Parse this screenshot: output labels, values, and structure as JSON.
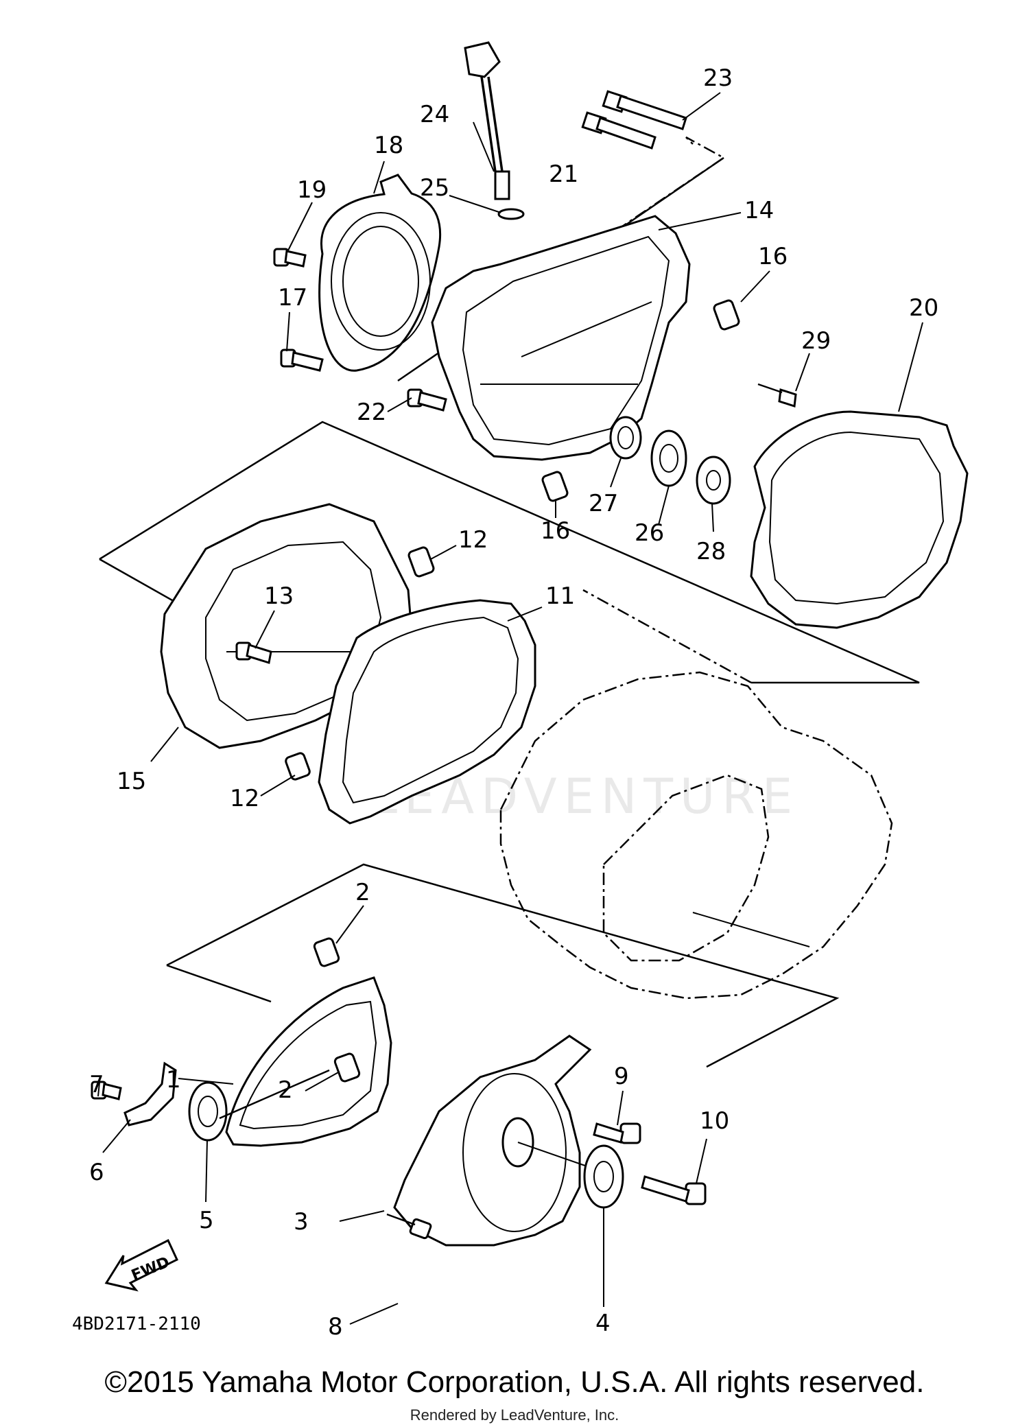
{
  "diagram": {
    "part_code": "4BD2171-2110",
    "fwd_label": "FWD",
    "watermark": "LEADVENTURE",
    "callouts": [
      "1",
      "2",
      "2",
      "3",
      "4",
      "5",
      "6",
      "7",
      "8",
      "9",
      "10",
      "11",
      "12",
      "12",
      "13",
      "14",
      "15",
      "16",
      "16",
      "17",
      "18",
      "19",
      "20",
      "21",
      "22",
      "23",
      "24",
      "25",
      "26",
      "27",
      "28",
      "29"
    ]
  },
  "footer": {
    "copyright": "©2015 Yamaha Motor Corporation, U.S.A. All rights reserved.",
    "rendered_by": "Rendered by LeadVenture, Inc."
  }
}
